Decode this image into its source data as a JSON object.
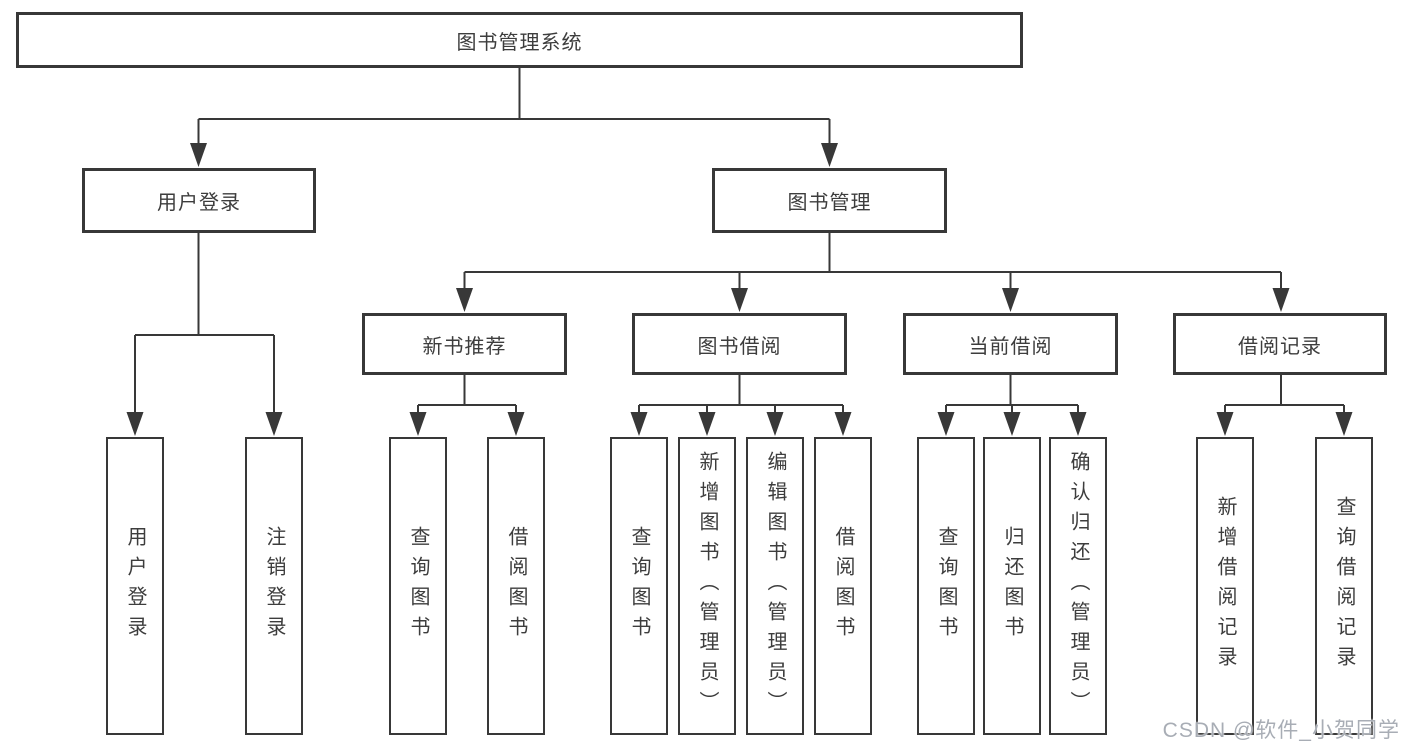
{
  "diagram": {
    "root": {
      "label": "图书管理系统"
    },
    "level2": [
      {
        "label": "用户登录"
      },
      {
        "label": "图书管理"
      }
    ],
    "level3": [
      {
        "label": "新书推荐"
      },
      {
        "label": "图书借阅"
      },
      {
        "label": "当前借阅"
      },
      {
        "label": "借阅记录"
      }
    ],
    "leaves": [
      {
        "parent": "用户登录",
        "label": "用户登录"
      },
      {
        "parent": "用户登录",
        "label": "注销登录"
      },
      {
        "parent": "新书推荐",
        "label": "查询图书"
      },
      {
        "parent": "新书推荐",
        "label": "借阅图书"
      },
      {
        "parent": "图书借阅",
        "label": "查询图书"
      },
      {
        "parent": "图书借阅",
        "label": "新增图书（管理员）"
      },
      {
        "parent": "图书借阅",
        "label": "编辑图书（管理员）"
      },
      {
        "parent": "图书借阅",
        "label": "借阅图书"
      },
      {
        "parent": "当前借阅",
        "label": "查询图书"
      },
      {
        "parent": "当前借阅",
        "label": "归还图书"
      },
      {
        "parent": "当前借阅",
        "label": "确认归还（管理员）"
      },
      {
        "parent": "借阅记录",
        "label": "新增借阅记录"
      },
      {
        "parent": "借阅记录",
        "label": "查询借阅记录"
      }
    ]
  },
  "watermark": "CSDN @软件_小贺同学",
  "colors": {
    "line": "#383838",
    "text": "#3d3d3d",
    "background": "#ffffff"
  }
}
